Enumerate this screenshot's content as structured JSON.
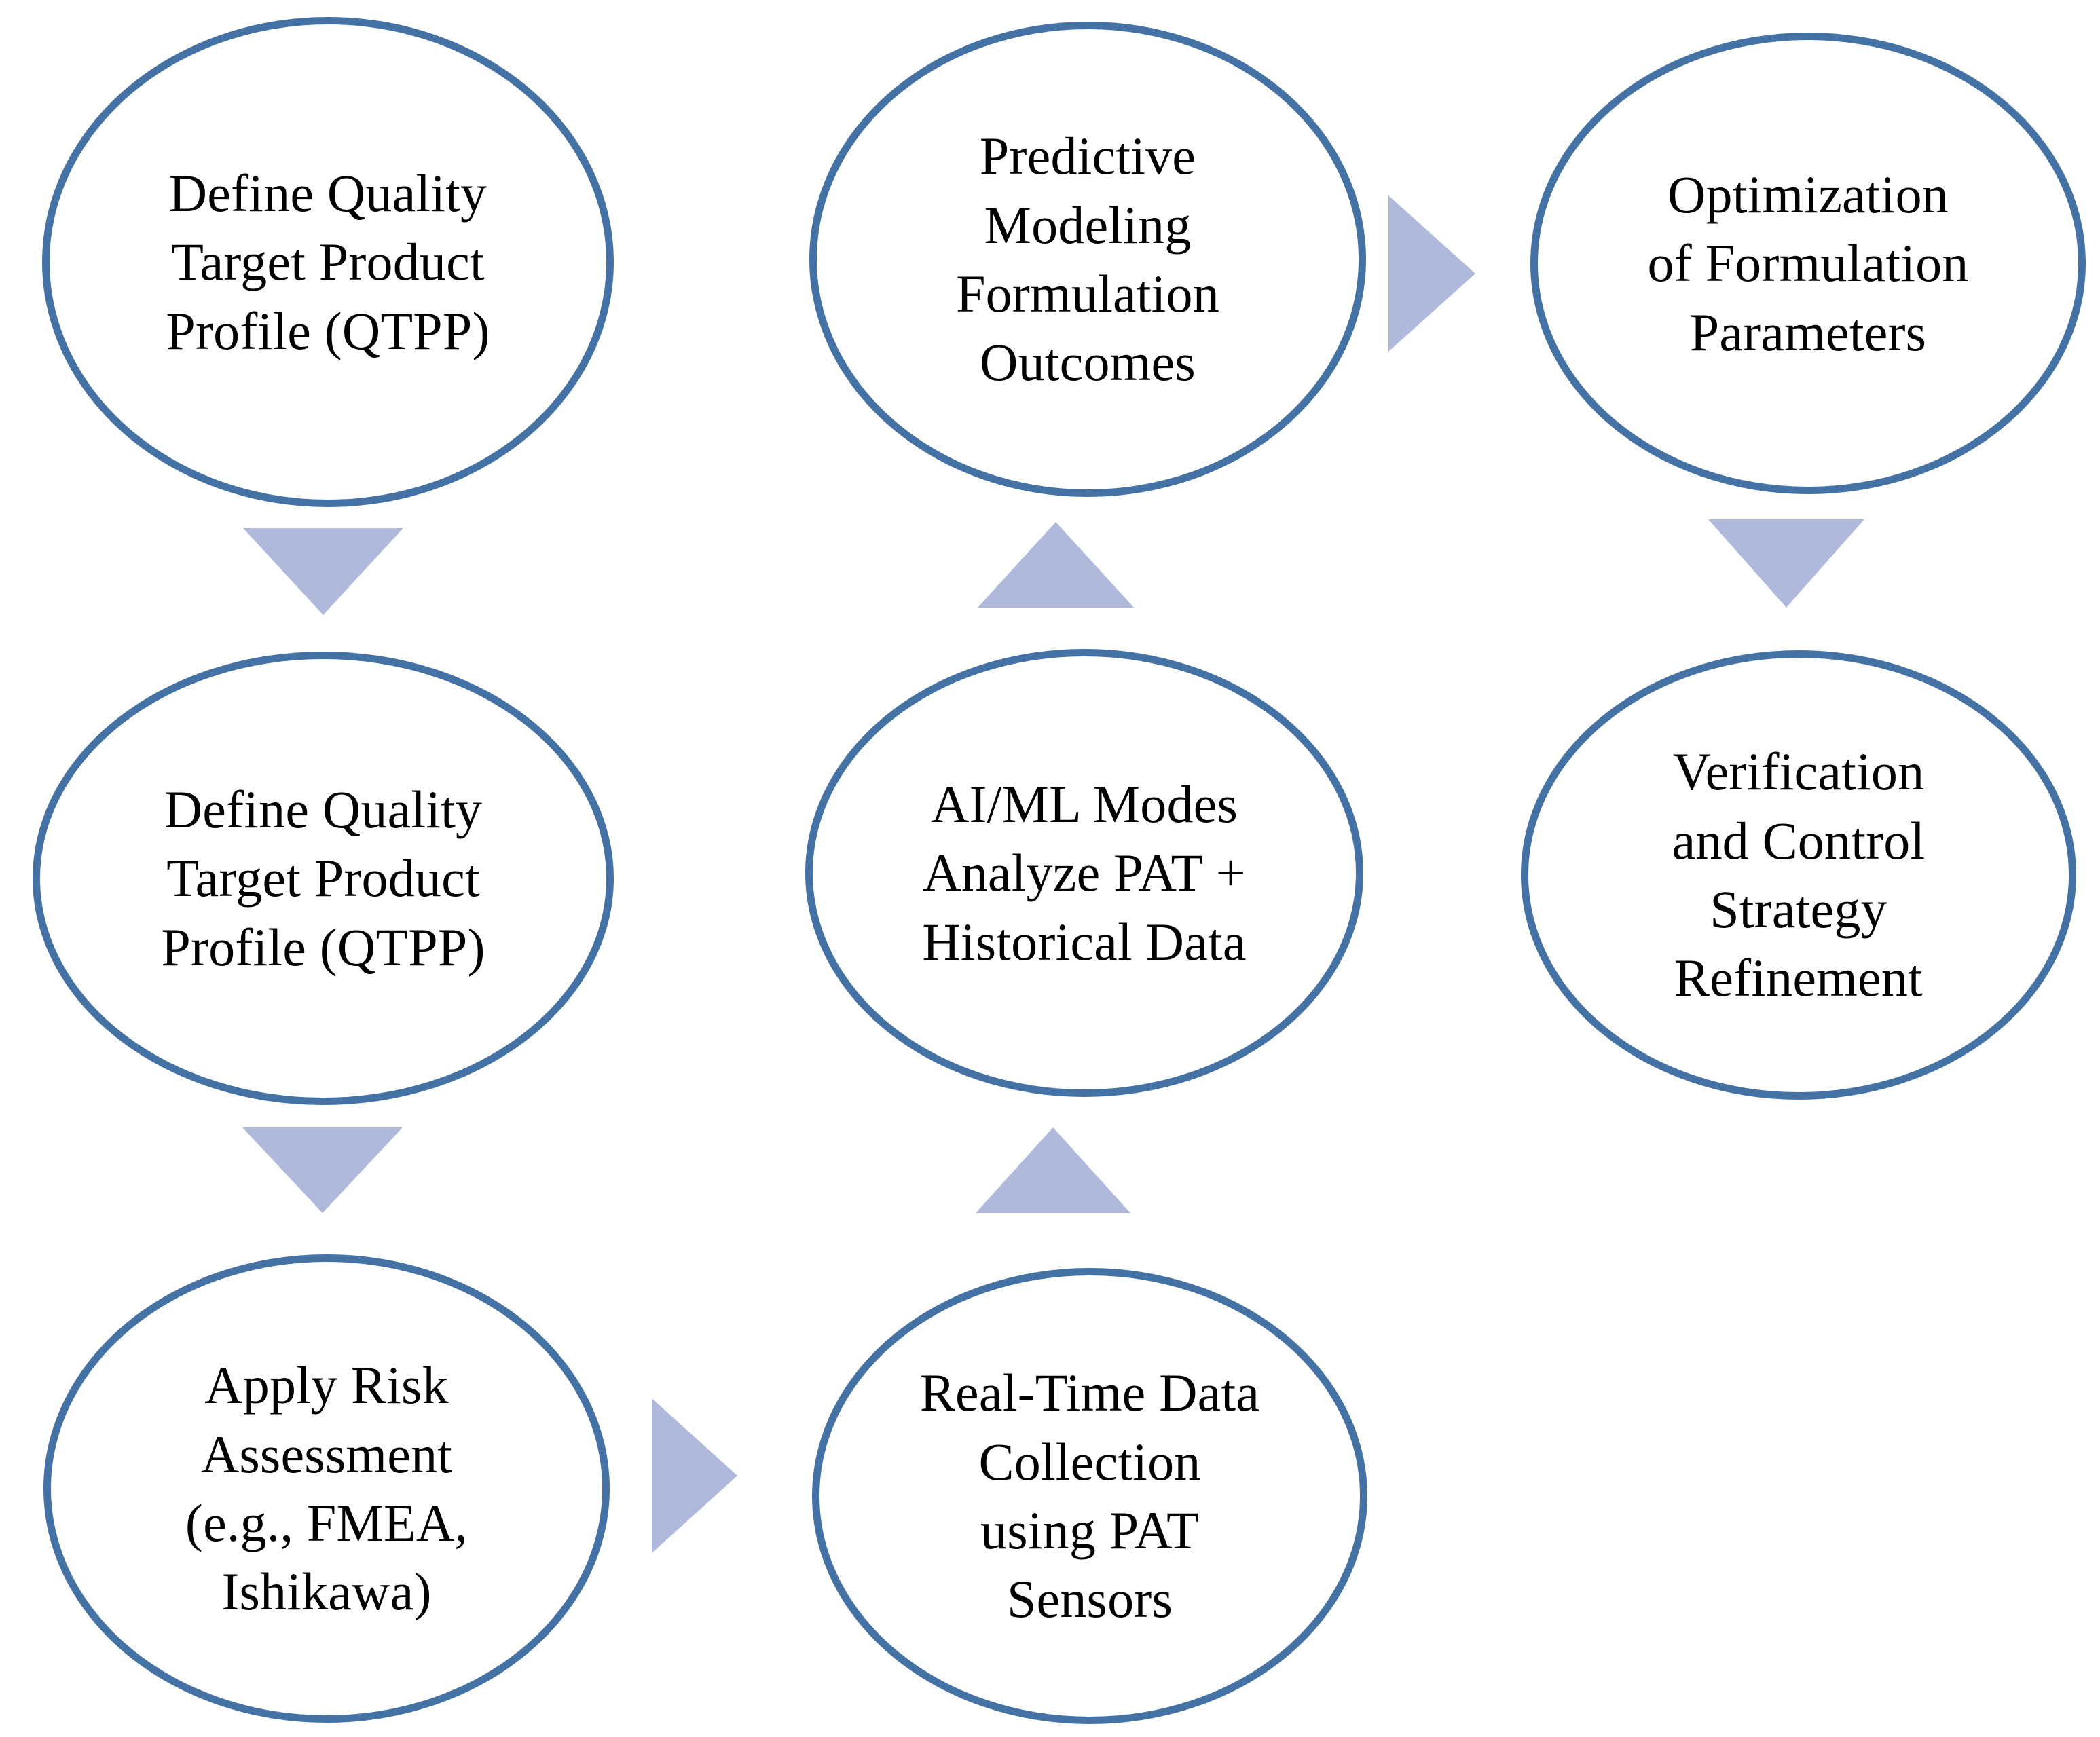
{
  "diagram": {
    "type": "flowchart",
    "title": "",
    "colors": {
      "node_border": "#4472A4",
      "node_fill": "#FFFFFF",
      "arrow_fill": "#AEB9DC",
      "text": "#000000",
      "background": "#FFFFFF"
    },
    "nodes": [
      {
        "id": "qtpp-top",
        "label": "Define Quality\nTarget Product\nProfile (QTPP)",
        "row": 1,
        "column": 1
      },
      {
        "id": "predictive-modeling",
        "label": "Predictive\nModeling\nFormulation\nOutcomes",
        "row": 1,
        "column": 2
      },
      {
        "id": "optimization",
        "label": "Optimization\nof Formulation\nParameters",
        "row": 1,
        "column": 3
      },
      {
        "id": "qtpp-mid",
        "label": "Define Quality\nTarget Product\nProfile (QTPP)",
        "row": 2,
        "column": 1
      },
      {
        "id": "aiml-models",
        "label": "AI/ML Modes\nAnalyze PAT +\nHistorical Data",
        "row": 2,
        "column": 2
      },
      {
        "id": "verification",
        "label": "Verification\nand Control\nStrategy\nRefinement",
        "row": 2,
        "column": 3
      },
      {
        "id": "risk-assessment",
        "label": "Apply Risk\nAssessment\n(e.g., FMEA,\nIshikawa)",
        "row": 3,
        "column": 1
      },
      {
        "id": "pat-collection",
        "label": "Real-Time Data\nCollection\nusing PAT\nSensors",
        "row": 3,
        "column": 2
      }
    ],
    "arrows": [
      {
        "id": "arrow-qtpp-top-to-qtpp-mid",
        "direction": "down",
        "from": "qtpp-top",
        "to": "qtpp-mid"
      },
      {
        "id": "arrow-qtpp-mid-to-risk-assessment",
        "direction": "down",
        "from": "qtpp-mid",
        "to": "risk-assessment"
      },
      {
        "id": "arrow-risk-assessment-to-pat-collection",
        "direction": "right",
        "from": "risk-assessment",
        "to": "pat-collection"
      },
      {
        "id": "arrow-pat-collection-to-aiml-models",
        "direction": "up",
        "from": "pat-collection",
        "to": "aiml-models"
      },
      {
        "id": "arrow-aiml-models-to-predictive-modeling",
        "direction": "up",
        "from": "aiml-models",
        "to": "predictive-modeling"
      },
      {
        "id": "arrow-predictive-modeling-to-optimization",
        "direction": "right",
        "from": "predictive-modeling",
        "to": "optimization"
      },
      {
        "id": "arrow-optimization-to-verification",
        "direction": "down",
        "from": "optimization",
        "to": "verification"
      }
    ]
  }
}
